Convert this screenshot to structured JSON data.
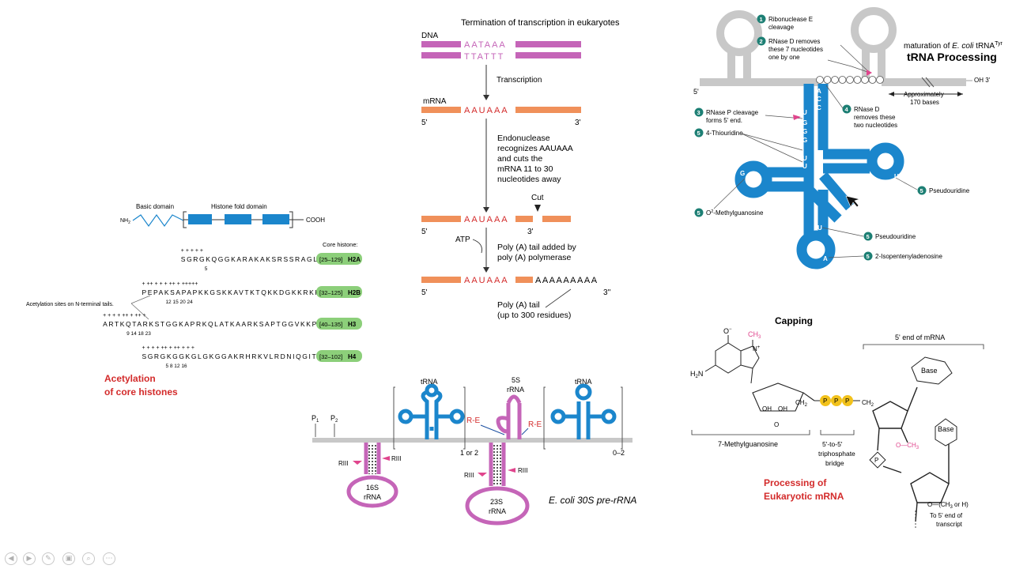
{
  "histone": {
    "basic_domain": "Basic domain",
    "fold_domain": "Histone fold domain",
    "nh2": "NH",
    "nh2_sub": "2",
    "cooh": "COOH",
    "core_histone_label": "Core histone:",
    "rows": [
      {
        "seq": "SGRGKQGGKARAKAKSRSSRAGLQ",
        "range": "[25–129]",
        "name": "H2A",
        "nums": "5",
        "plus": "+ +   +   +   +"
      },
      {
        "seq": "PEPAKSAPAPKKGSKKAVTKTQKKDGKKRKK",
        "range": "[32–125]",
        "name": "H2B",
        "nums": "12   15        20   24",
        "plus": "+   ++  + +   +  ++  + +++++"
      },
      {
        "seq": "ARTKQTARKSTGGKAPRKQLATKAARKSAPTGGVKKPH",
        "range": "[40–135]",
        "name": "H3",
        "nums": "9      14   18      23",
        "plus": "+ +   +  +  ++  +   ++  +"
      },
      {
        "seq": "SGRGKGGKGLGKGGAKRHRKVLRDNIQGITK",
        "range": "[32–102]",
        "name": "H4",
        "nums": "5   8     12     16",
        "plus": "+ +  +  +  ++ + ++ +  +   +"
      }
    ],
    "acetylation_note": "Acetylation sites on N-terminal tails.",
    "caption_line1": "Acetylation",
    "caption_line2": "of core histones"
  },
  "termination": {
    "title": "Termination of transcription in eukaryotes",
    "dna": "DNA",
    "dna_top": "AATAAA",
    "dna_bottom": "TTATTT",
    "transcription": "Transcription",
    "mrna": "mRNA",
    "signal": "AAUAAA",
    "five_prime": "5'",
    "three_prime": "3'",
    "endo_text": [
      "Endonuclease",
      "recognizes AAUAAA",
      "and cuts the",
      "mRNA 11 to 30",
      "nucleotides away"
    ],
    "cut": "Cut",
    "atp": "ATP",
    "polya_added": [
      "Poly (A) tail added by",
      "poly (A) polymerase"
    ],
    "polya_seq": "AAAAAAAAA",
    "three_prime_end": "3''",
    "polya_tail": [
      "Poly (A) tail",
      "(up to 300 residues)"
    ]
  },
  "rrna": {
    "trna_left": "tRNA",
    "s5": "5S",
    "s5_rrna": "rRNA",
    "trna_right": "tRNA",
    "re_left": "R-E",
    "re_right": "R-E",
    "p1": "P",
    "p1_sub": "1",
    "p2": "P",
    "p2_sub": "2",
    "riii": "RIII",
    "s16": "16S",
    "s16_rrna": "rRNA",
    "s23": "23S",
    "s23_rrna": "rRNA",
    "one_or_two": "1 or 2",
    "zero_two": "0–2",
    "caption": "E. coli 30S pre-rRNA"
  },
  "trna": {
    "title_prefix": "maturation of ",
    "title_italic": "E. coli",
    "title_suffix": " tRNA",
    "title_sup": "Tyr",
    "heading": "tRNA Processing",
    "steps": [
      {
        "num": "1",
        "text": [
          "Ribonuclease E",
          "cleavage"
        ]
      },
      {
        "num": "2",
        "text": [
          "RNase D removes",
          "these 7 nucleotides",
          "one by one"
        ]
      },
      {
        "num": "3",
        "text": [
          "RNase P cleavage",
          "forms 5' end."
        ]
      },
      {
        "num": "4",
        "text": [
          "RNase D",
          "removes these",
          "two nucleotides"
        ]
      },
      {
        "num": "5",
        "text": [
          "4-Thiouridine"
        ]
      },
      {
        "num": "5",
        "text": [
          "Pseudouridine"
        ]
      },
      {
        "num": "5",
        "text": [
          "O",
          "2",
          "-Methylguanosine"
        ]
      },
      {
        "num": "5",
        "text": [
          "Pseudouridine"
        ]
      },
      {
        "num": "5",
        "text": [
          "2-Isopentenyladenosine"
        ]
      }
    ],
    "oh3": "OH 3'",
    "five": "5'",
    "approx": [
      "Approximately",
      "170 bases"
    ],
    "acc": [
      "A",
      "C",
      "C"
    ],
    "uggg": [
      "U",
      "G",
      "G",
      "G",
      "U",
      "U"
    ],
    "g": "G",
    "u": "U",
    "u2": "U",
    "a": "A"
  },
  "capping": {
    "title": "Capping",
    "five_end": "5' end of mRNA",
    "o_minus": "O",
    "ch3_top": "CH",
    "h2n": "H",
    "n_plus": "N",
    "oh1": "OH",
    "oh2": "OH",
    "ch2": "CH",
    "p": "P",
    "base1": "Base",
    "base2": "Base",
    "seven_mg": "7-Methylguanosine",
    "bridge": [
      "5'-to-5'",
      "triphosphate",
      "bridge"
    ],
    "och3": "O—CH",
    "o_ch3_or_h": "O—(CH",
    "or_h": " or H)",
    "to_five": [
      "To 5' end of",
      "transcript"
    ],
    "caption_line1": "Processing of",
    "caption_line2": "Eukaryotic mRNA"
  },
  "colors": {
    "pink": "#e0458d",
    "magenta_band": "#c565b8",
    "orange": "#f0905a",
    "blue": "#1b86cc",
    "gray": "#c8c8c8",
    "green": "#8ccf7a",
    "teal": "#1d7f74",
    "red": "#d32b2b",
    "gold": "#f2c21b"
  }
}
